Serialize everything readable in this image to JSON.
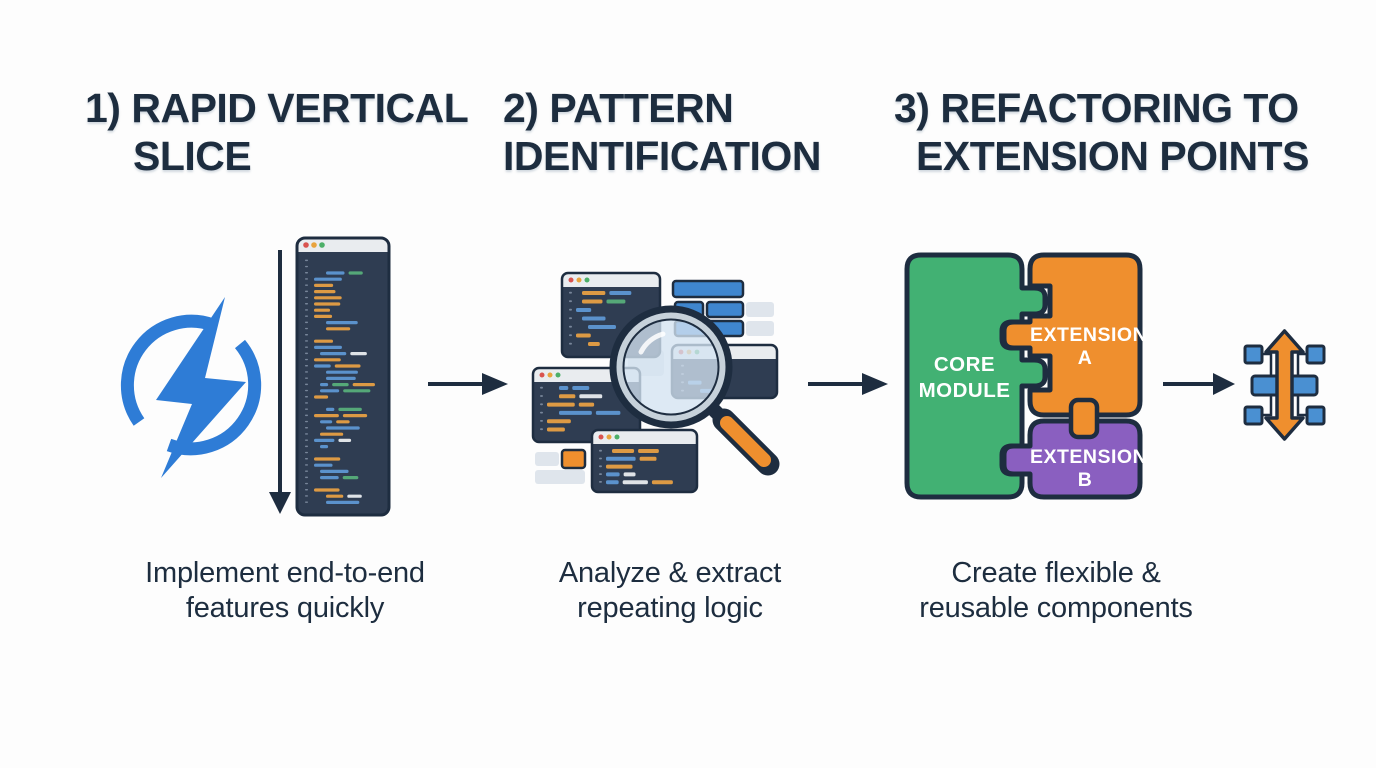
{
  "page": {
    "background": "#fdfdfd",
    "type_label": "three-step refactoring process infographic"
  },
  "steps": [
    {
      "title": "1) RAPID VERTICAL\nSLICE",
      "caption": "Implement end-to-end\nfeatures quickly",
      "icons": [
        "lightning-circle-icon",
        "down-arrow-icon",
        "code-editor-window-icon"
      ]
    },
    {
      "title": "2) PATTERN\nIDENTIFICATION",
      "caption": "Analyze & extract\nrepeating logic",
      "icons": [
        "code-windows-stack-icon",
        "magnifier-icon",
        "ui-blocks-icon"
      ]
    },
    {
      "title": "3) REFACTORING TO\nEXTENSION POINTS",
      "caption": "Create flexible &\nreusable components",
      "icons": [
        "puzzle-pieces-icon",
        "component-hub-icon"
      ]
    }
  ],
  "puzzle": {
    "core_label": "CORE\nMODULE",
    "ext_a_label": "EXTENSION\nA",
    "ext_b_label": "EXTENSION\nB"
  },
  "colors": {
    "heading_text": "#1d2d3f",
    "outline_navy": "#1e2d40",
    "accent_blue": "#2e7cd6",
    "ui_blue": "#3f86cf",
    "orange": "#ef8f2e",
    "green": "#42b173",
    "purple": "#8a5fc0",
    "editor_bg": "#2f3d52",
    "titlebar_gray": "#e9ecef",
    "ghost_gray": "#e0e6ec",
    "code_bar_orange": "#dd9a44",
    "code_bar_blue": "#5b92cc",
    "code_bar_white": "#dfe3e7",
    "code_bar_green": "#55a878",
    "traffic_red": "#d9534f",
    "traffic_yellow": "#e8a33d",
    "traffic_green": "#4caf68"
  }
}
